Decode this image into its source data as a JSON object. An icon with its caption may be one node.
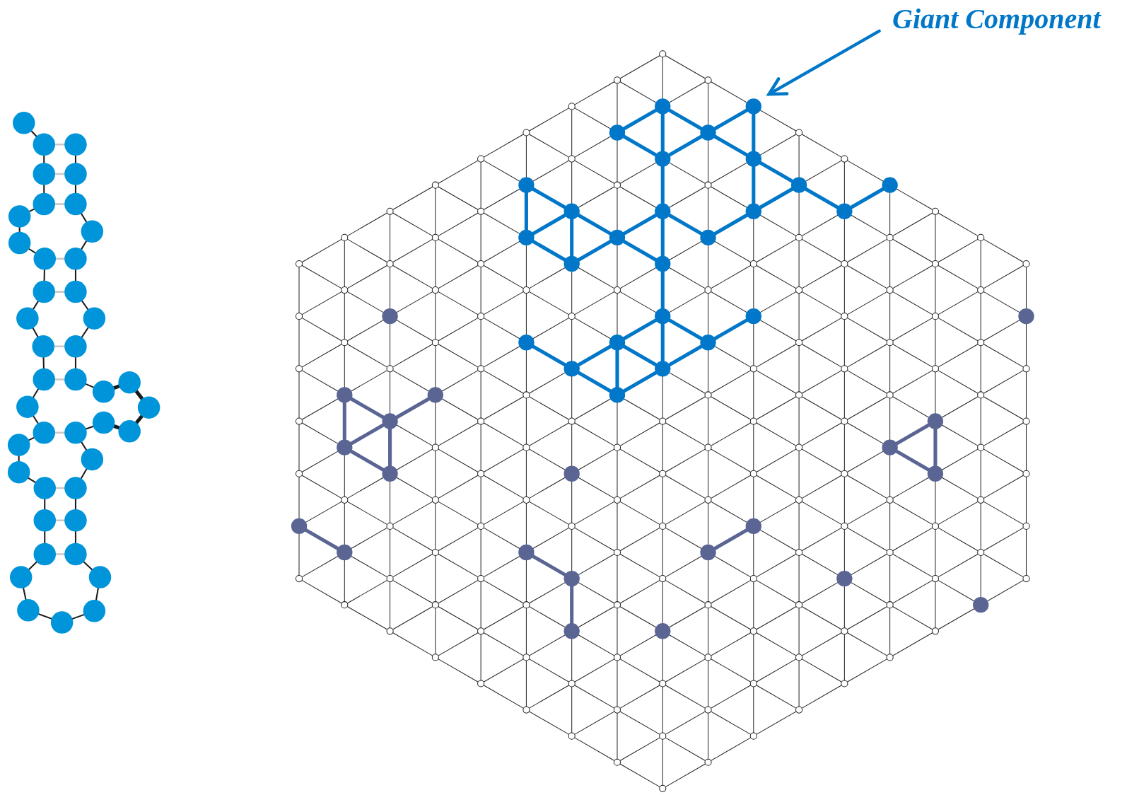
{
  "diagram": {
    "nodes": [
      {
        "text": [
          "Giant Component"
        ]
      },
      {
        "text": [],
        "shape": "picture"
      }
    ],
    "edges": [
      {
        "from": 0,
        "to": 1,
        "arrow": "to"
      }
    ]
  }
}
